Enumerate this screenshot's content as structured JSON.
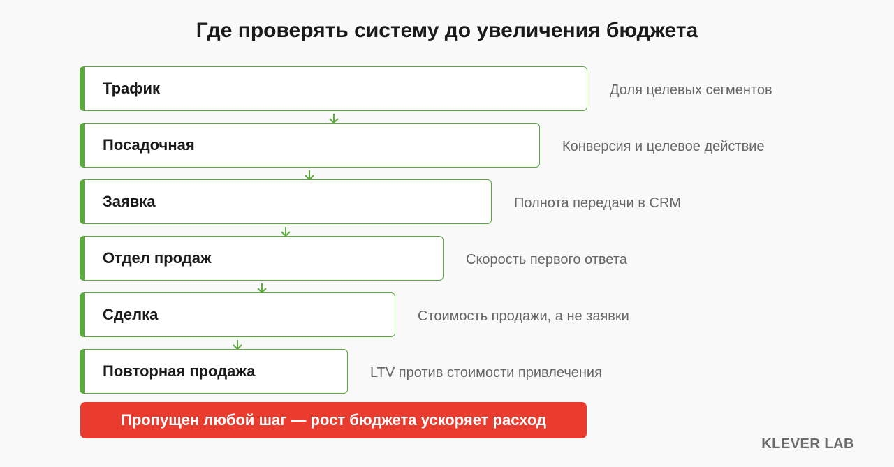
{
  "title": "Где проверять систему до увеличения бюджета",
  "steps": [
    {
      "label": "Трафик",
      "metric": "Доля целевых сегментов"
    },
    {
      "label": "Посадочная",
      "metric": "Конверсия и целевое действие"
    },
    {
      "label": "Заявка",
      "metric": "Полнота передачи в CRM"
    },
    {
      "label": "Отдел продаж",
      "metric": "Скорость первого ответа"
    },
    {
      "label": "Сделка",
      "metric": "Стоимость продажи, а не заявки"
    },
    {
      "label": "Повторная продажа",
      "metric": "LTV против стоимости привлечения"
    }
  ],
  "warning": "Пропущен любой шаг — рост бюджета ускоряет расход",
  "brand": "KLEVER LAB",
  "colors": {
    "accent": "#5aaa3c",
    "warning": "#ea3b2f",
    "text": "#1a1a1a",
    "muted": "#666666"
  }
}
